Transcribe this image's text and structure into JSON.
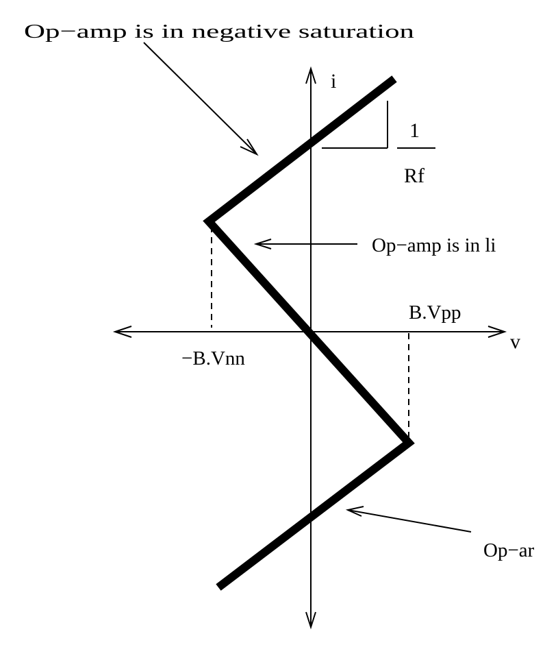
{
  "labels": {
    "negative_saturation": "Op−amp is in negative saturation",
    "linear_region": "Op−amp is in li",
    "positive_saturation_partial": "Op−ar",
    "slope_numerator": "1",
    "slope_denominator": "Rf",
    "neg_threshold": "−B.Vnn",
    "pos_threshold": "B.Vpp",
    "current_axis": "i",
    "voltage_axis": "v"
  },
  "colors": {
    "ink": "#000000",
    "background": "#ffffff"
  }
}
